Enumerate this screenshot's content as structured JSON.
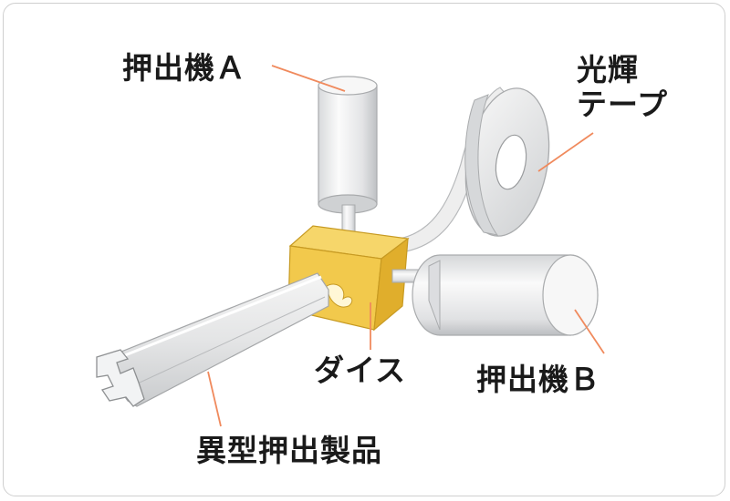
{
  "labels": {
    "extruder_a": "押出機Ａ",
    "glossy_tape_line1": "光輝",
    "glossy_tape_line2": "テープ",
    "die": "ダイス",
    "extruder_b": "押出機Ｂ",
    "product": "異型押出製品"
  },
  "colors": {
    "die": "#f2c94c",
    "leader": "#f08a5d",
    "frame": "#cfcfcf",
    "text": "#1a1a1a"
  }
}
